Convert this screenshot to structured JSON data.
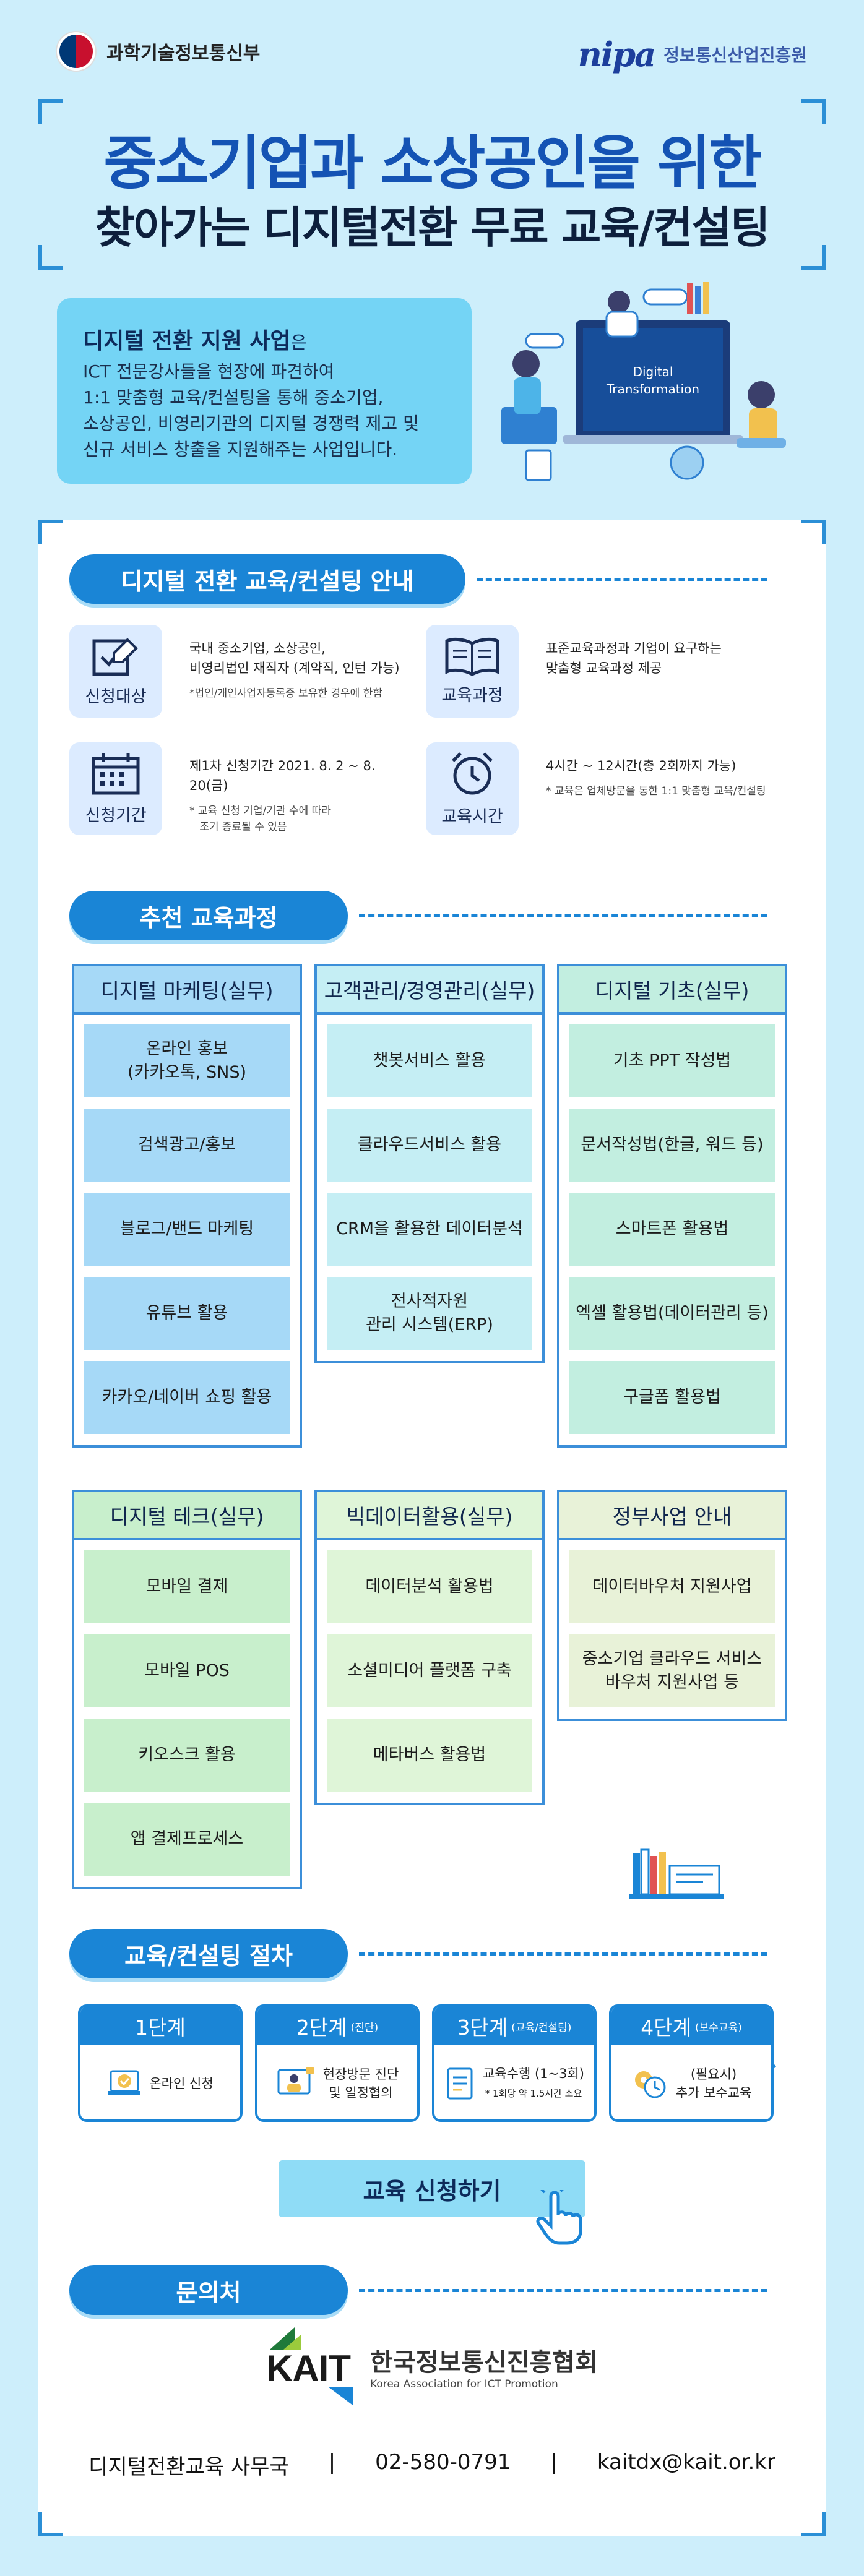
{
  "header": {
    "ministry": "과학기술정보통신부",
    "nipa_logo": "nipa",
    "agency": "정보통신산업진흥원"
  },
  "title": {
    "line1": "중소기업과 소상공인을 위한",
    "line2": "찾아가는 디지털전환 무료 교육/컨설팅"
  },
  "intro": {
    "heading": "디지털 전환 지원 사업",
    "heading_suffix": "은",
    "lines": [
      "ICT 전문강사들을 현장에 파견하여",
      "1:1 맞춤형 교육/컨설팅을 통해 중소기업,",
      "소상공인, 비영리기관의 디지털 경쟁력 제고 및",
      "신규 서비스 창출을 지원해주는 사업입니다."
    ],
    "screen_text": [
      "Digital",
      "Transformation"
    ]
  },
  "guide": {
    "section_title": "디지털 전환 교육/컨설팅 안내",
    "target": {
      "label": "신청대상",
      "lines": [
        "국내 중소기업, 소상공인,",
        "비영리법인 재직자 (계약직, 인턴 가능)"
      ],
      "note": "*법인/개인사업자등록증 보유한 경우에 한함"
    },
    "course": {
      "label": "교육과정",
      "lines": [
        "표준교육과정과 기업이 요구하는",
        "맞춤형 교육과정 제공"
      ]
    },
    "period": {
      "label": "신청기간",
      "lines": [
        "제1차 신청기간 2021. 8. 2 ~ 8. 20(금)"
      ],
      "note_lines": [
        "* 교육 신청 기업/기관 수에 따라",
        "조기 종료될 수 있음"
      ]
    },
    "time": {
      "label": "교육시간",
      "lines": [
        "4시간 ~ 12시간(총 2회까지 가능)"
      ],
      "note": "* 교육은 업체방문을 통한 1:1 맞춤형 교육/컨설팅"
    }
  },
  "courses": {
    "section_title": "추천 교육과정",
    "columns": [
      {
        "title": "디지털 마케팅(실무)",
        "color": "#a6d9f7",
        "items": [
          "온라인 홍보\n(카카오톡, SNS)",
          "검색광고/홍보",
          "블로그/밴드 마케팅",
          "유튜브 활용",
          "카카오/네이버 쇼핑 활용"
        ]
      },
      {
        "title": "고객관리/경영관리(실무)",
        "color": "#c5eef4",
        "items": [
          "챗봇서비스 활용",
          "클라우드서비스 활용",
          "CRM을 활용한 데이터분석",
          "전사적자원\n관리 시스템(ERP)"
        ]
      },
      {
        "title": "디지털 기초(실무)",
        "color": "#c2eee0",
        "items": [
          "기초 PPT 작성법",
          "문서작성법(한글, 워드 등)",
          "스마트폰 활용법",
          "엑셀 활용법(데이터관리 등)",
          "구글폼 활용법"
        ]
      },
      {
        "title": "디지털 테크(실무)",
        "color": "#c8efcc",
        "items": [
          "모바일 결제",
          "모바일 POS",
          "키오스크 활용",
          "앱 결제프로세스"
        ]
      },
      {
        "title": "빅데이터활용(실무)",
        "color": "#dff5d8",
        "items": [
          "데이터분석 활용법",
          "소셜미디어 플랫폼 구축",
          "메타버스 활용법"
        ]
      },
      {
        "title": "정부사업 안내",
        "color": "#e8f2d8",
        "items": [
          "데이터바우처 지원사업",
          "중소기업 클라우드 서비스\n바우처 지원사업 등"
        ]
      }
    ]
  },
  "procedure": {
    "section_title": "교육/컨설팅 절차",
    "steps": [
      {
        "title": "1단계",
        "sub": "",
        "lines": [
          "온라인 신청"
        ],
        "note": ""
      },
      {
        "title": "2단계",
        "sub": "(진단)",
        "lines": [
          "현장방문 진단",
          "및 일정협의"
        ],
        "note": ""
      },
      {
        "title": "3단계",
        "sub": "(교육/컨설팅)",
        "lines": [
          "교육수행 (1~3회)"
        ],
        "note": "* 1회당 약 1.5시간 소요"
      },
      {
        "title": "4단계",
        "sub": "(보수교육)",
        "lines": [
          "(필요시)",
          "추가 보수교육"
        ],
        "note": ""
      }
    ],
    "apply_button": "교육 신청하기"
  },
  "contact": {
    "section_title": "문의처",
    "org_short": "KAIT",
    "org_kr": "한국정보통신진흥협회",
    "org_en": "Korea Association for ICT Promotion",
    "office": "디지털전환교육 사무국",
    "phone": "02-580-0791",
    "email": "kaitdx@kait.or.kr",
    "separator": "|"
  },
  "colors": {
    "primary": "#1a85d6",
    "title_blue": "#1453b4",
    "background": "#cdeefb"
  }
}
